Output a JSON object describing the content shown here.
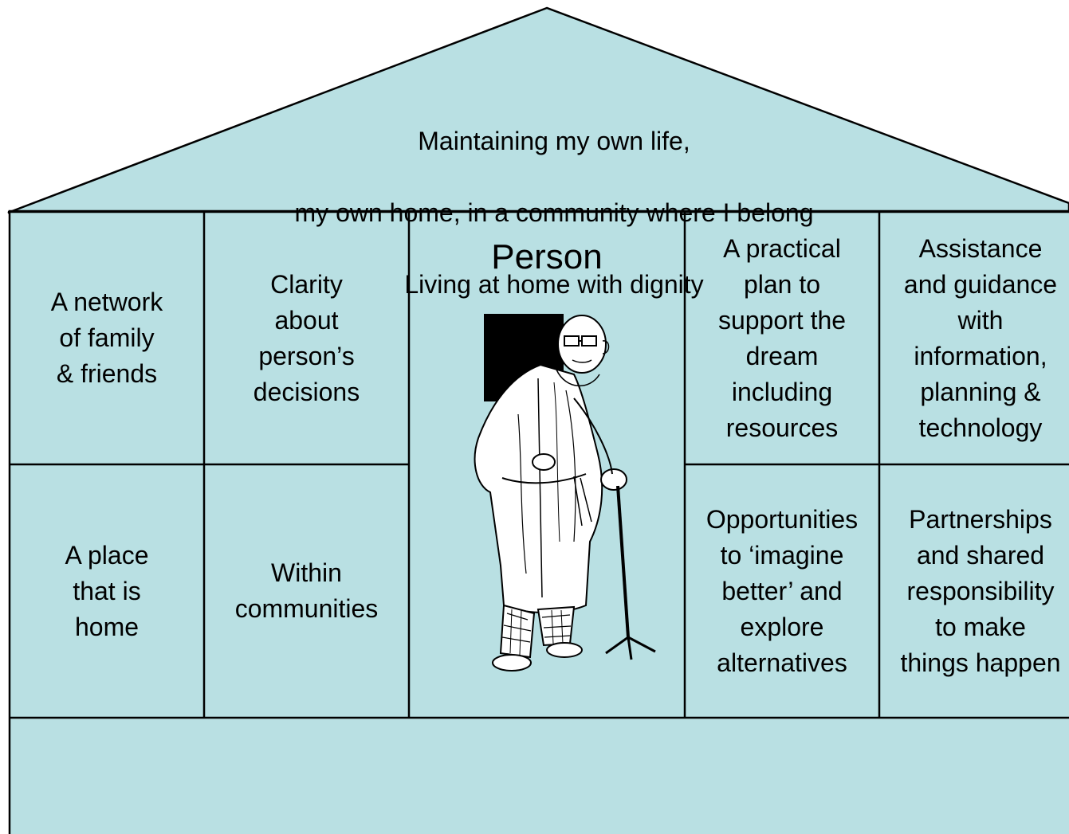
{
  "colors": {
    "house_fill": "#b9e0e3",
    "outline": "#000000",
    "text": "#000000"
  },
  "roof": {
    "lines": [
      "Maintaining my own life,",
      "my own home, in a community where I belong",
      "Living at home with dignity"
    ]
  },
  "person": {
    "title": "Person",
    "illustration_icon": "elderly-man-with-cane-icon"
  },
  "cells": {
    "network": "A network\nof family\n& friends",
    "clarity": "Clarity\nabout\nperson’s\ndecisions",
    "place": "A place\nthat is\nhome",
    "communities": "Within\ncommunities",
    "plan": "A practical\nplan to\nsupport the\ndream\nincluding\nresources",
    "assistance": "Assistance\nand guidance\nwith\ninformation,\nplanning &\ntechnology",
    "opportunities": "Opportunities\nto ‘imagine\nbetter’ and\nexplore\nalternatives",
    "partnerships": "Partnerships\nand shared\nresponsibility\nto make\nthings happen"
  }
}
